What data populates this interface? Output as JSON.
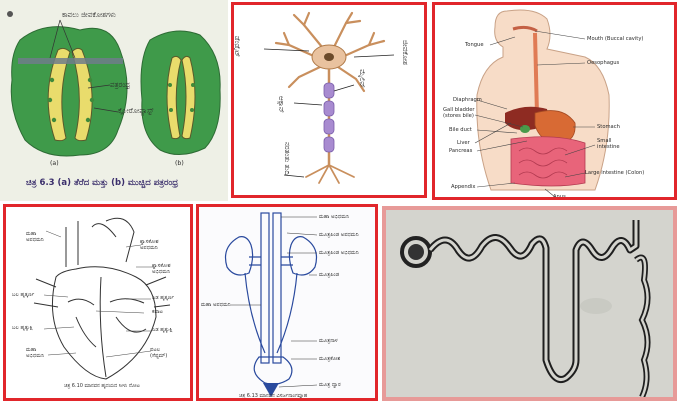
{
  "panels": {
    "stomata": {
      "top_label": "ಕಾವಲು ಜೀವಕೋಶಗಳು",
      "label_stoma": "ಪತ್ರರಂಧ್ರ",
      "label_chloroplast": "ಕ್ಲೋರೋಪ್ಲಾಸ್ಟ್",
      "fig_a": "(a)",
      "fig_b": "(b)",
      "caption": "ಚಿತ್ರ 6.3 (a) ತೆರೆದ ಮತ್ತು (b) ಮುಚ್ಚಿದ ಪತ್ರರಂಧ್ರ"
    },
    "neuron": {
      "label_left": "ಡೆಂಡ್ರೈಟ್",
      "label_right": "ಜೀವಕೋಶ",
      "label_axon": "ಆಕ್ಸಾನ್",
      "label_nerve_end": "ನರತಂತು ತುದಿ",
      "label_myelin": "ಮೈಲಿನ್"
    },
    "digestive": {
      "labels": {
        "tongue": "Tongue",
        "mouth": "Mouth (Buccal cavity)",
        "oesophagus": "Oesophagus",
        "diaphragm": "Diaphragm",
        "gall_bladder": "Gall bladder\n(stores bile)",
        "stomach": "Stomach",
        "bile_duct": "Bile duct",
        "liver": "Liver",
        "small_intestine": "Small\nintestine",
        "pancreas": "Pancreas",
        "large_intestine": "Large intestine (Colon)",
        "appendix": "Appendix",
        "anus": "Anus"
      }
    },
    "heart": {
      "labels": {
        "l1": "ಮಹಾ\nಅಪಧಮನಿ",
        "l2": "ಶ್ವಾಸಕೋಶ\nಅಪಧಮನಿ",
        "l3": "ಶ್ವಾಸಕೋಶ\nಅಭಿಧಮನಿ",
        "l4": "ಎಡ ಹೃತ್ಕರ್ಣ",
        "l5": "ಬಲ ಹೃತ್ಕರ್ಣ",
        "l6": "ಕವಾಟ",
        "l7": "ಎಡ ಹೃತ್ಕುಕ್ಷಿ",
        "l8": "ಬಲ ಹೃತ್ಕುಕ್ಷಿ",
        "l9": "ಮಹಾ\nಅಭಿಧಮನಿ",
        "l10": "ಪಟಲ\n(ಸೆಪ್ಟಮ್)"
      },
      "caption": "ಚಿತ್ರ 6.10 ಮಾನವನ ಹೃದಯದ ಸೀಳು ನೋಟ"
    },
    "excretory": {
      "labels": {
        "l1": "ಮಹಾ ಅಭಿಧಮನಿ",
        "l2": "ಮೂತ್ರಪಿಂಡ ಅಪಧಮನಿ",
        "l3": "ಮೂತ್ರಪಿಂಡ ಅಭಿಧಮನಿ",
        "l4": "ಮೂತ್ರಪಿಂಡ",
        "l5": "ಮಹಾ ಅಪಧಮನಿ",
        "l6": "ಮೂತ್ರನಾಳ",
        "l7": "ಮೂತ್ರಕೋಶ",
        "l8": "ಮೂತ್ರ ದ್ವಾರ"
      },
      "caption": "ಚಿತ್ರ 6.13 ಮಾನವನ ವಿಸರ್ಜನಾಂಗವ್ಯೂಹ"
    }
  },
  "colors": {
    "frame_red": "#e1262b",
    "leaf_green": "#3f9a4a",
    "guard_yellow": "#e9dc6c",
    "neuron_orange": "#e9c29f",
    "myelin_purple": "#a88bd0",
    "stomach_orange": "#d86a34",
    "intestine_pink": "#e8647a",
    "kidney_blue": "#2a4a9e"
  }
}
